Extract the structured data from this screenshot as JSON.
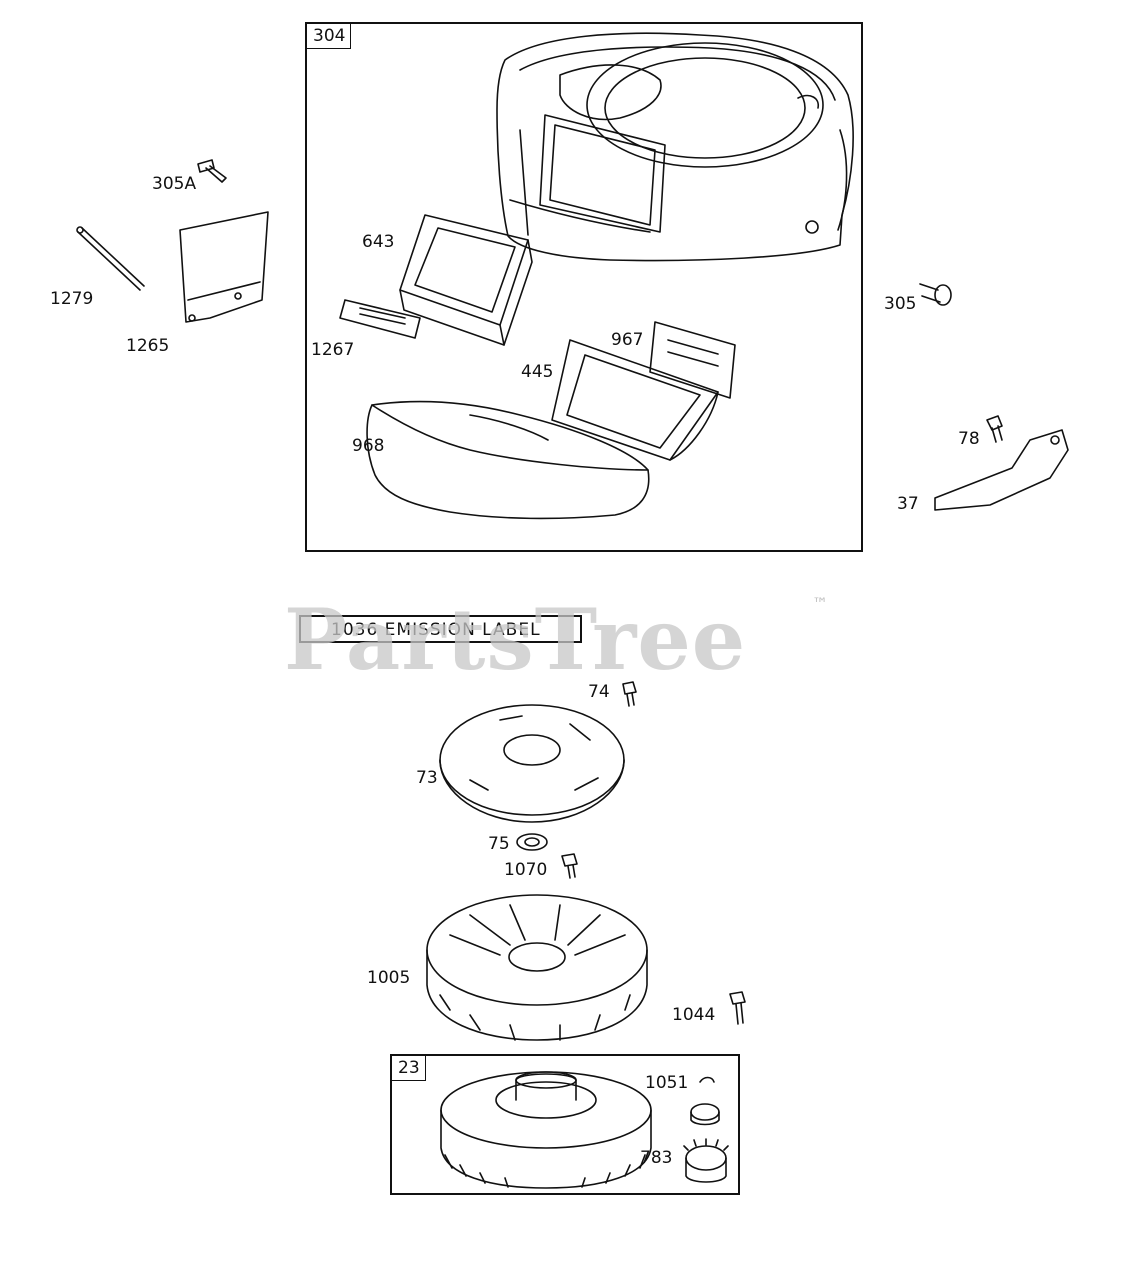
{
  "watermark": {
    "text": "PartsTree",
    "trademark": "™"
  },
  "groups": {
    "blower_housing": "304",
    "flywheel_assembly": "23"
  },
  "emission_label": "1036 EMISSION LABEL",
  "callouts": {
    "p305A": "305A",
    "p643": "643",
    "p1279": "1279",
    "p1265": "1265",
    "p1267": "1267",
    "p305": "305",
    "p967": "967",
    "p445": "445",
    "p968": "968",
    "p78": "78",
    "p37": "37",
    "p74": "74",
    "p73": "73",
    "p75": "75",
    "p1070": "1070",
    "p1005": "1005",
    "p1044": "1044",
    "p1051": "1051",
    "p783": "783"
  }
}
